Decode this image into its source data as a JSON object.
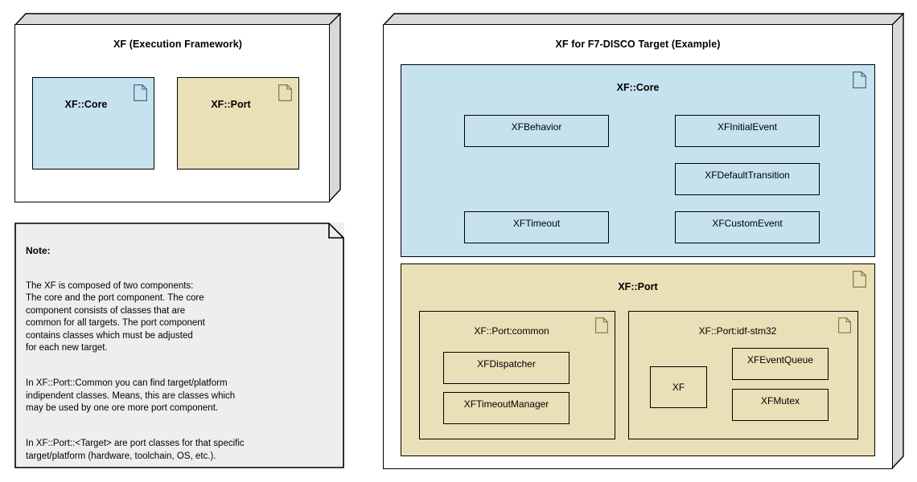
{
  "diagram": {
    "title_hidden": "",
    "colors": {
      "core_blue": "#c6e2ef",
      "port_tan": "#eae0b8",
      "frame_gray": "#d9d9d9",
      "note_gray": "#eeeeee",
      "outline": "#000000",
      "page_background": "#ffffff"
    }
  },
  "left_package": {
    "title": "XF (Execution Framework)",
    "icon": "component-3d-frame",
    "components": [
      {
        "label": "XF::Core",
        "icon": "document-icon",
        "color": "#c6e2ef"
      },
      {
        "label": "XF::Port",
        "icon": "document-icon",
        "color": "#eae0b8"
      }
    ]
  },
  "note": {
    "icon": "folded-corner-note-icon",
    "title": "Note:",
    "paragraphs": [
      "The XF is composed of two components:\nThe core and the port component. The core\ncomponent consists of classes that are\ncommon for all targets. The port component\ncontains classes which must be adjusted\nfor each new target.",
      "In XF::Port::Common you can find target/platform\nindipendent classes. Means, this are classes which\nmay be used by one ore more port component.",
      "In XF::Port::<Target> are port classes for that specific\ntarget/platform (hardware, toolchain, OS, etc.)."
    ]
  },
  "right_package": {
    "title": "XF for F7-DISCO Target (Example)",
    "icon": "component-3d-frame",
    "core_component": {
      "label": "XF::Core",
      "icon": "document-icon",
      "color": "#c6e2ef",
      "classes": [
        {
          "label": "XFBehavior"
        },
        {
          "label": "XFInitialEvent"
        },
        {
          "label": "XFDefaultTransition"
        },
        {
          "label": "XFTimeout"
        },
        {
          "label": "XFCustomEvent"
        }
      ]
    },
    "port_component": {
      "label": "XF::Port",
      "icon": "document-icon",
      "color": "#eae0b8",
      "sub_components": [
        {
          "label": "XF::Port:common",
          "icon": "document-icon",
          "classes": [
            {
              "label": "XFDispatcher"
            },
            {
              "label": "XFTimeoutManager"
            }
          ]
        },
        {
          "label": "XF::Port:idf-stm32",
          "icon": "document-icon",
          "classes": [
            {
              "label": "XF"
            },
            {
              "label": "XFEventQueue"
            },
            {
              "label": "XFMutex"
            }
          ]
        }
      ]
    }
  }
}
